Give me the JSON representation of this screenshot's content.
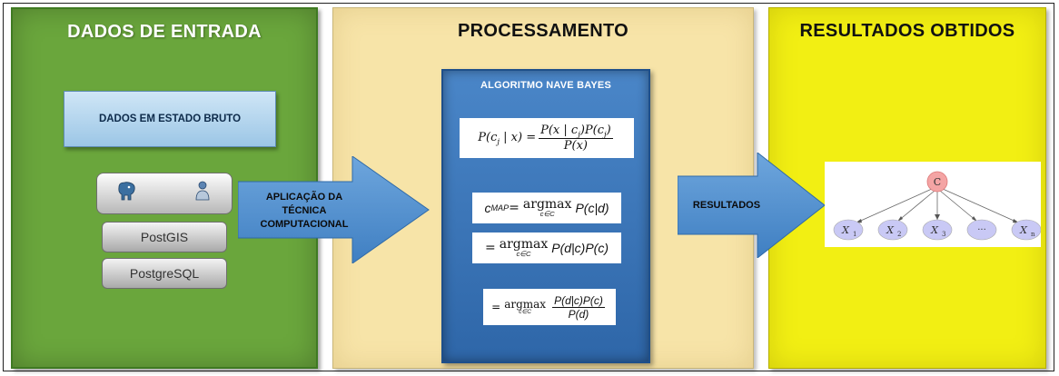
{
  "panels": {
    "input": {
      "title": "DADOS DE ENTRADA",
      "color": "#6aa63c"
    },
    "processing": {
      "title": "PROCESSAMENTO",
      "color": "#f7e4a8"
    },
    "results": {
      "title": "RESULTADOS OBTIDOS",
      "color": "#f2ef13"
    }
  },
  "raw_data_box": {
    "label": "DADOS EM ESTADO BRUTO"
  },
  "database": {
    "band1": "PostGIS",
    "band2": "PostgreSQL",
    "icons": [
      "postgresql-elephant-icon",
      "gis-user-icon"
    ]
  },
  "arrows": {
    "technique": {
      "line1": "APLICAÇÃO DA",
      "line2": "TÉCNICA",
      "line3": "COMPUTACIONAL",
      "color": "#4f8fd1"
    },
    "results": {
      "label": "RESULTADOS",
      "color": "#4f8fd1"
    }
  },
  "algorithm": {
    "title": "ALGORITMO NAVE BAYES",
    "f1": {
      "lhs": "P(c",
      "j": "j",
      "lhs2": " | x) =",
      "num": "P(x | c",
      "num2": ")P(c",
      "num3": ")",
      "den": "P(x)"
    },
    "f2": {
      "c": "c",
      "map": "MAP",
      "eq": " = ",
      "argmax": "argmax",
      "under": "c∈C",
      "rhs": "P(c|d)"
    },
    "f3": {
      "eq": "= ",
      "argmax": "argmax",
      "under": "c∈C",
      "rhs": "P(d|c)P(c)"
    },
    "f4": {
      "eq": "= ",
      "argmax": "argmax",
      "under": "c∈C",
      "num": "P(d|c)P(c)",
      "den": "P(d)"
    }
  },
  "bayes_network": {
    "root": "C",
    "leaves": [
      {
        "name": "X",
        "sub": "1"
      },
      {
        "name": "X",
        "sub": "2"
      },
      {
        "name": "X",
        "sub": "3"
      },
      {
        "name": "···",
        "sub": ""
      },
      {
        "name": "X",
        "sub": "n"
      }
    ]
  }
}
